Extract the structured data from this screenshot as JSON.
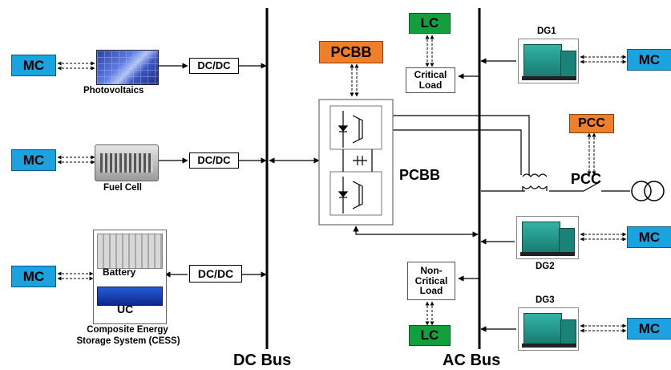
{
  "controllers": {
    "mc_pv": "MC",
    "mc_fuel_cell": "MC",
    "mc_cess": "MC",
    "mc_dg1": "MC",
    "mc_dg2": "MC",
    "mc_dg3": "MC",
    "lc_critical": "LC",
    "lc_noncritical": "LC",
    "pcbb_controller": "PCBB",
    "pcc_controller": "PCC"
  },
  "converters": {
    "pv": "DC/DC",
    "fuel_cell": "DC/DC",
    "cess": "DC/DC"
  },
  "sources": {
    "photovoltaics": "Photovoltaics",
    "fuel_cell": "Fuel Cell",
    "battery": "Battery",
    "uc": "UC",
    "cess_line1": "Composite Energy",
    "cess_line2": "Storage System (CESS)",
    "dg1": "DG1",
    "dg2": "DG2",
    "dg3": "DG3"
  },
  "loads": {
    "critical_line1": "Critical",
    "critical_line2": "Load",
    "noncritical_line1": "Non-",
    "noncritical_line2": "Critical",
    "noncritical_line3": "Load"
  },
  "labels": {
    "pcbb": "PCBB",
    "pcc": "PCC",
    "dc_bus": "DC Bus",
    "ac_bus": "AC Bus"
  },
  "colors": {
    "mc": "#1aa3df",
    "lc": "#12a03c",
    "pcbb_pcc": "#f07f2c",
    "generator": "#1f9a8e"
  }
}
